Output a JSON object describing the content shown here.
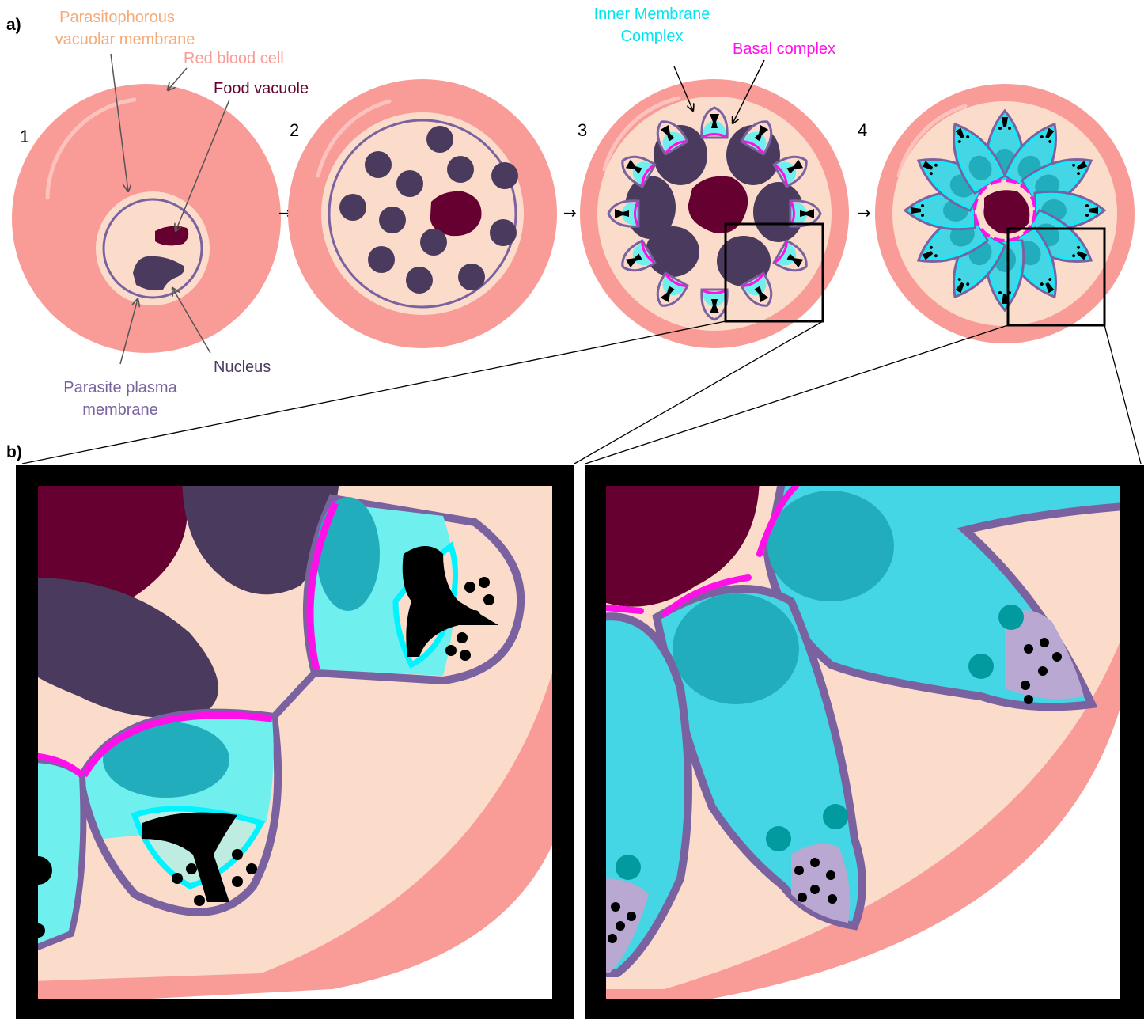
{
  "panels": {
    "a": "a)",
    "b": "b)"
  },
  "stages": [
    "1",
    "2",
    "3",
    "4"
  ],
  "stage_arrow": "→",
  "labels": {
    "pvm_line1": "Parasitophorous",
    "pvm_line2": "vacuolar membrane",
    "rbc": "Red blood cell",
    "food_vacuole": "Food vacuole",
    "nucleus": "Nucleus",
    "ppm_line1": "Parasite plasma",
    "ppm_line2": "membrane",
    "imc_line1": "Inner Membrane",
    "imc_line2": "Complex",
    "basal_complex": "Basal complex"
  },
  "colors": {
    "rbc": "#f99b96",
    "cytoplasm": "#fbdccb",
    "membrane": "#7a62a0",
    "food_vacuole": "#650030",
    "nucleus": "#4a3a5e",
    "imc": "#00f3ff",
    "basal_complex": "#ff10e8",
    "merozoite": "#45d6e6",
    "merozoite_nucleus": "#22adbd",
    "apical": "#000000",
    "pvm_label": "#f5ab79",
    "rbc_label": "#f99b96",
    "ppm_label": "#7a62a0"
  }
}
